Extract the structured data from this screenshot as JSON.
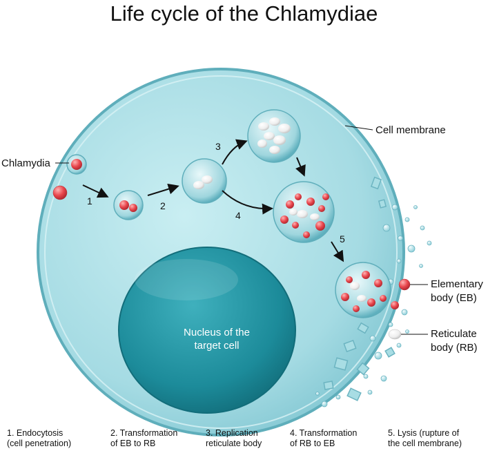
{
  "title": "Life cycle of the Chlamydiae",
  "labels": {
    "chlamydia": "Chlamydia",
    "cell_membrane": "Cell membrane",
    "elementary_body": [
      "Elementary",
      "body (EB)"
    ],
    "reticulate_body": [
      "Reticulate",
      "body (RB)"
    ],
    "nucleus": [
      "Nucleus of the",
      "target cell"
    ]
  },
  "step_numbers": [
    "1",
    "2",
    "3",
    "4",
    "5"
  ],
  "legend": [
    [
      "1. Endocytosis",
      "(cell penetration)"
    ],
    [
      "2. Transformation",
      "of EB to RB"
    ],
    [
      "3. Replication",
      "reticulate body"
    ],
    [
      "4. Transformation",
      "of RB to EB"
    ],
    [
      "5. Lysis (rupture of",
      "the cell membrane)"
    ]
  ],
  "colors": {
    "cell": "#a8dde4",
    "cell_outline": "#6cb4c1",
    "nucleus": "#1e8d9c",
    "elementary_body": "#e8454c",
    "reticulate_body": "#f2f2f2"
  }
}
